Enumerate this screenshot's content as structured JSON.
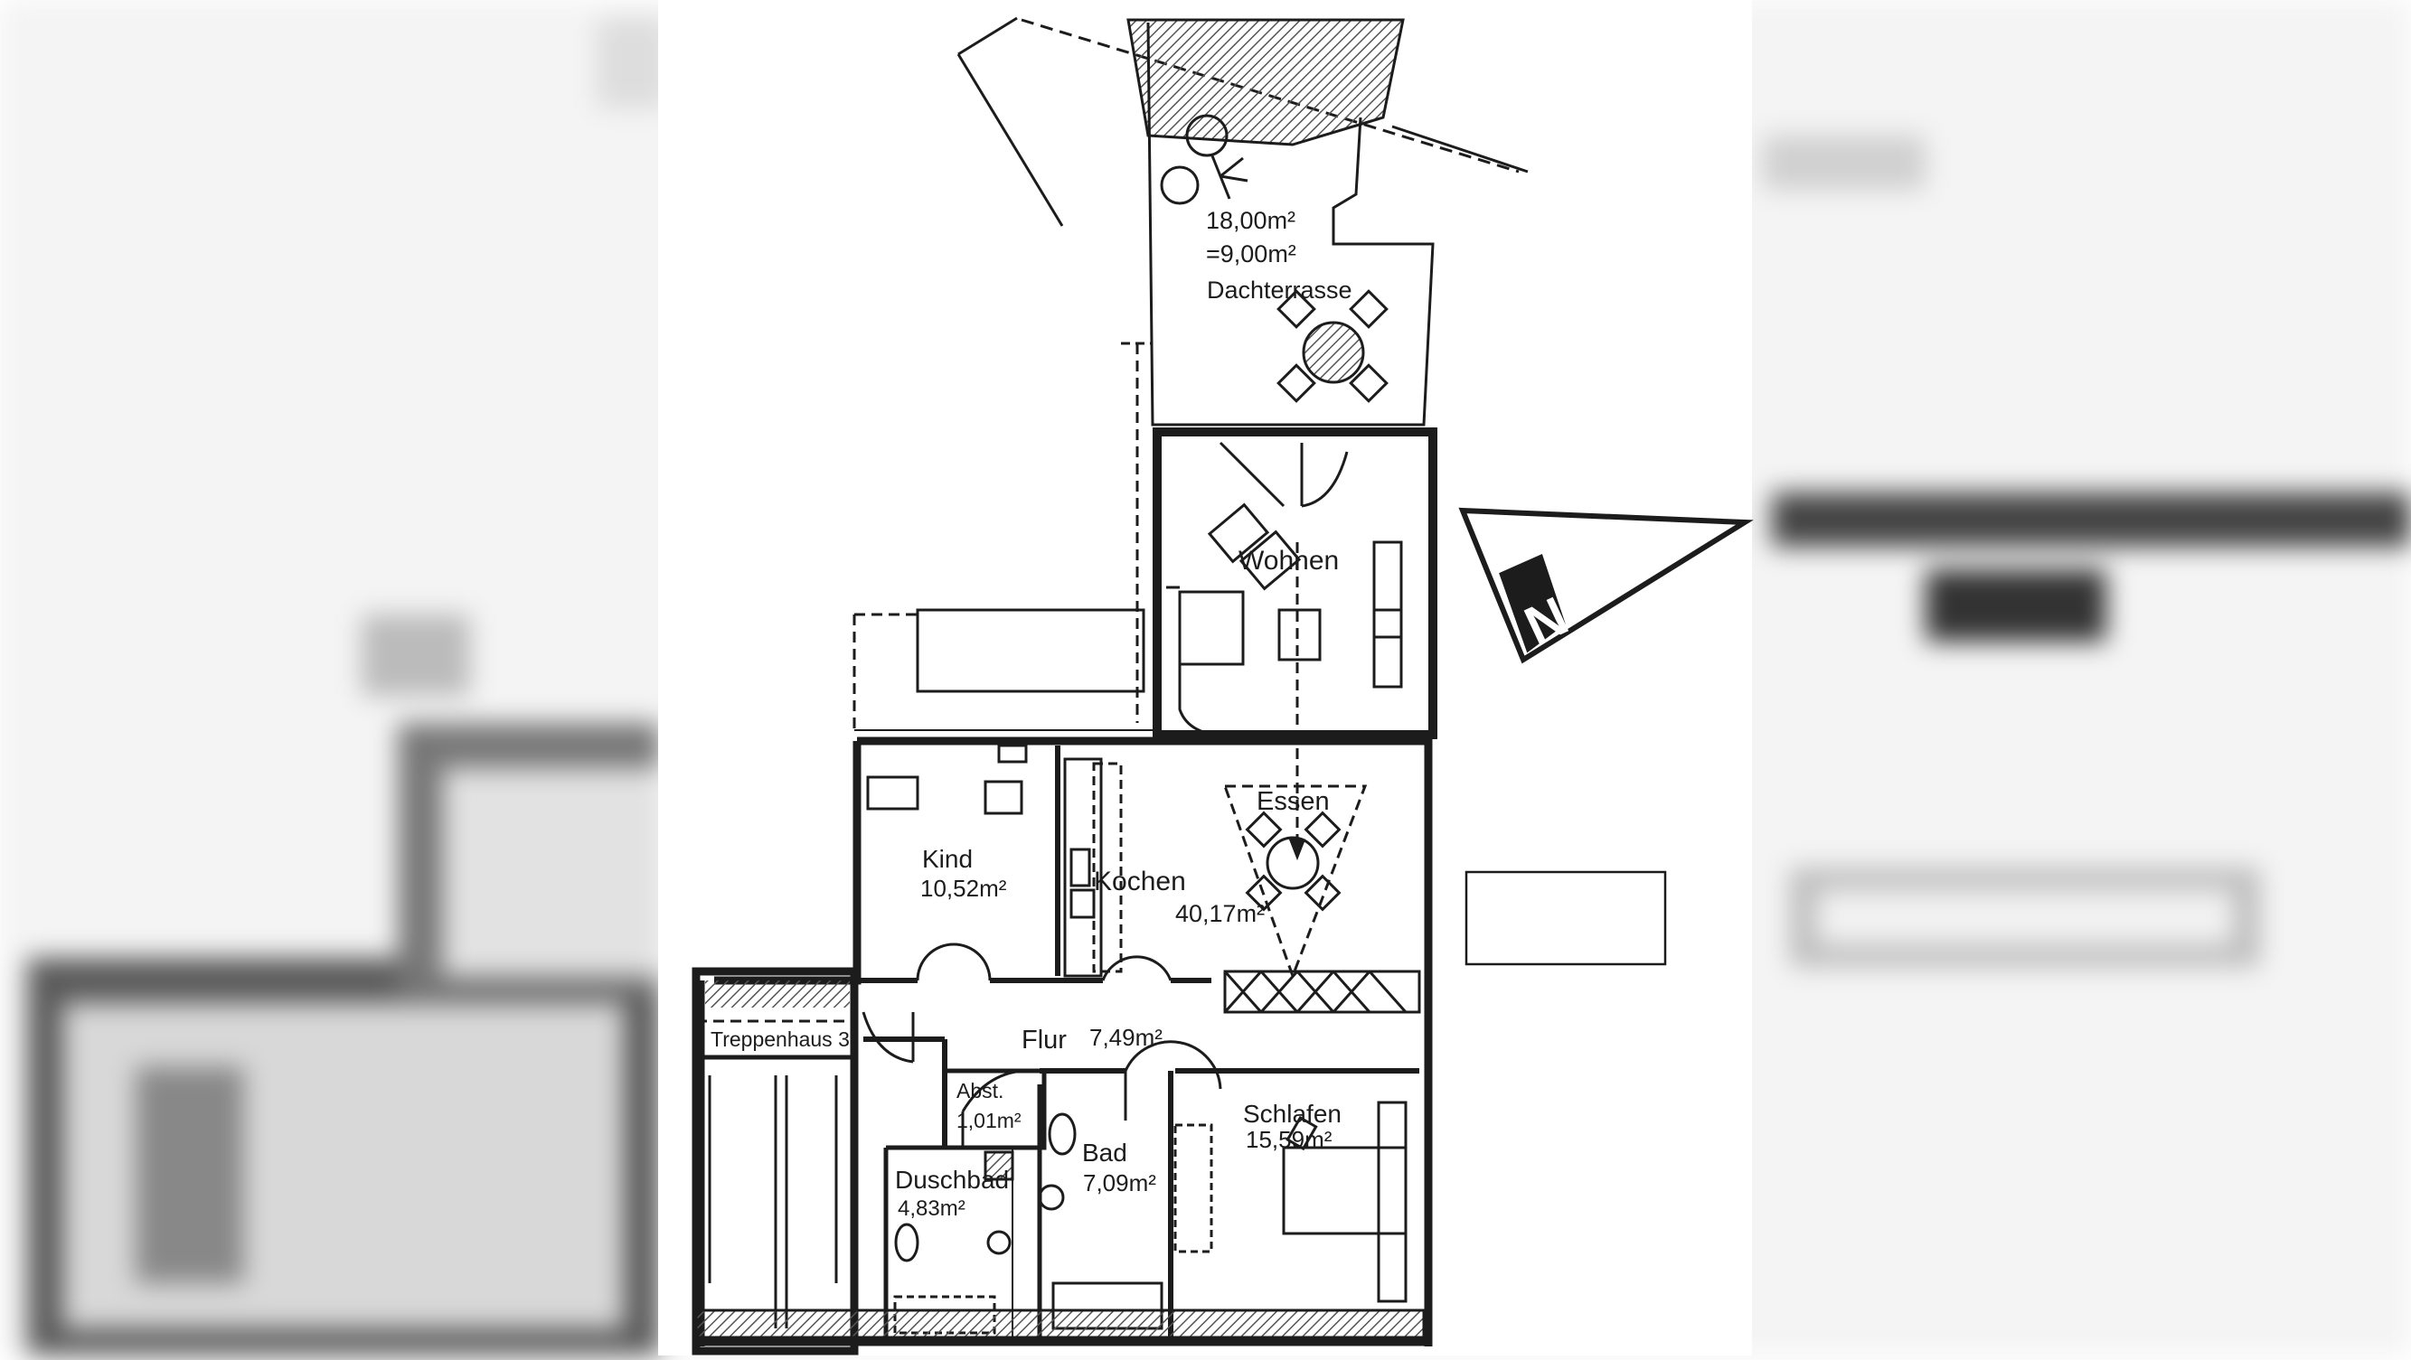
{
  "plan": {
    "terrace": {
      "area_gross": "18,00m²",
      "area_net": "=9,00m²",
      "name": "Dachterrasse"
    },
    "living": {
      "name": "Wohnen"
    },
    "dining": {
      "name": "Essen",
      "area": "40,17m²"
    },
    "kitchen": {
      "name": "Kochen"
    },
    "child": {
      "name": "Kind",
      "area": "10,52m²"
    },
    "stairwell": {
      "name": "Treppenhaus 3"
    },
    "hall": {
      "name": "Flur",
      "area": "7,49m²"
    },
    "storage": {
      "name": "Abst.",
      "area": "1,01m²"
    },
    "bath": {
      "name": "Bad",
      "area": "7,09m²"
    },
    "shower": {
      "name": "Duschbad",
      "area": "4,83m²"
    },
    "bedroom": {
      "name": "Schlafen",
      "area": "15,59m²"
    },
    "north_label": "N"
  },
  "colors": {
    "line": "#1c1c1c",
    "hatch": "#555555",
    "background": "#ffffff"
  }
}
